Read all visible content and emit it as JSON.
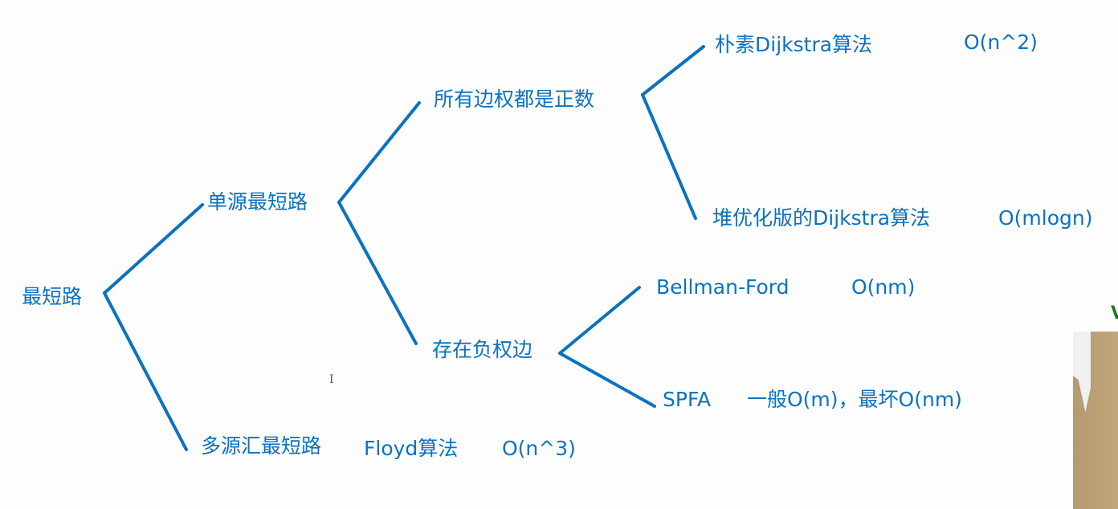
{
  "accent_color": "#0b72c0",
  "tree": {
    "root": "最短路",
    "single_source": "单源最短路",
    "all_positive": "所有边权都是正数",
    "naive_dijkstra": {
      "name": "朴素Dijkstra算法",
      "complexity": "O(n^2)"
    },
    "heap_dijkstra": {
      "name": "堆优化版的Dijkstra算法",
      "complexity": "O(mlogn)"
    },
    "negative_edges": "存在负权边",
    "bellman_ford": {
      "name": "Bellman-Ford",
      "complexity": "O(nm)"
    },
    "spfa": {
      "name": "SPFA",
      "complexity": "一般O(m)，最坏O(nm)"
    },
    "multi_source": "多源汇最短路",
    "floyd": {
      "name": "Floyd算法",
      "complexity": "O(n^3)"
    }
  },
  "webcam": {
    "overlay_letter": "V"
  },
  "text_cursor_icon": "I-beam"
}
